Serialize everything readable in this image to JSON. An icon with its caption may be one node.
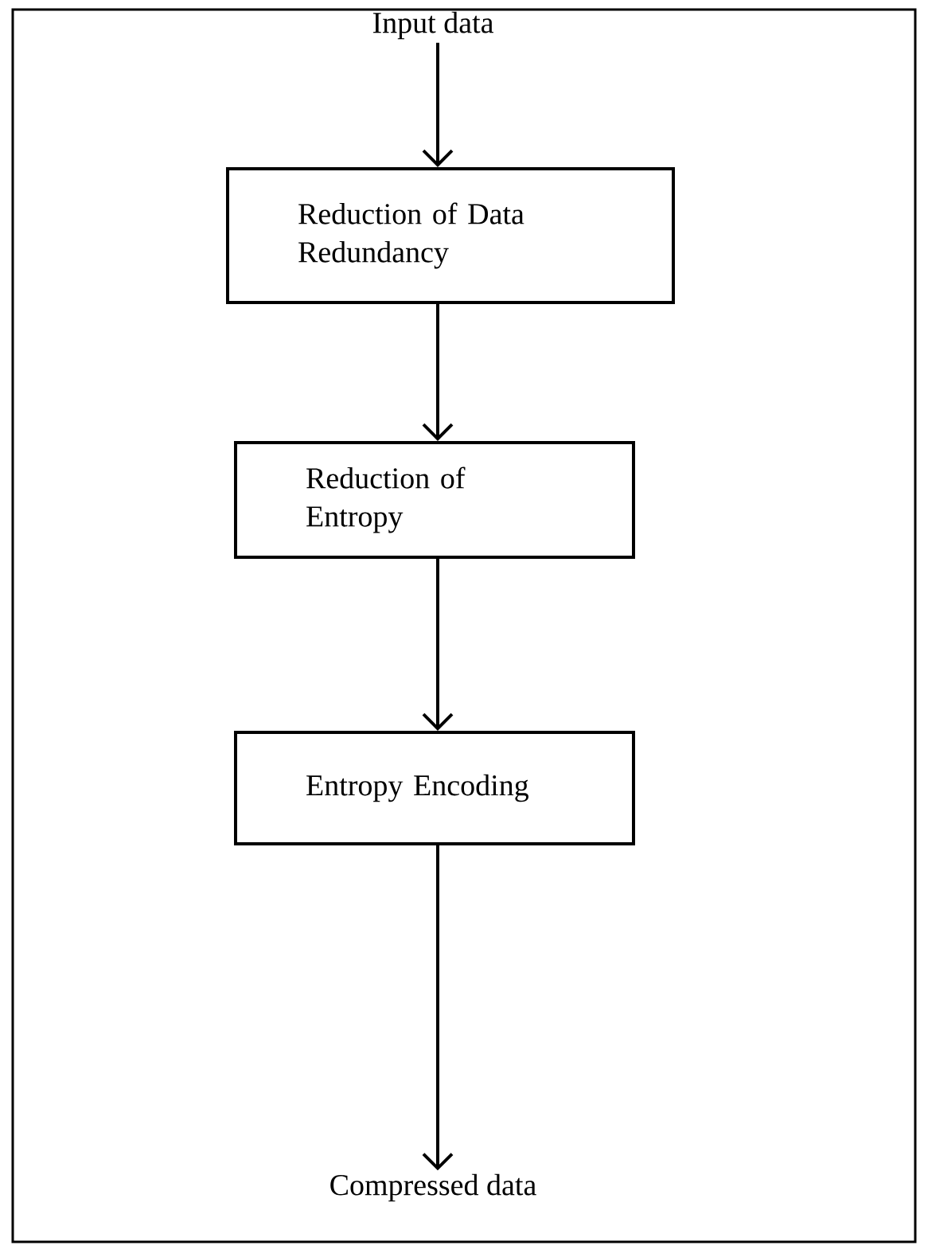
{
  "diagram": {
    "nodes": [
      {
        "text": [
          "Input data"
        ]
      },
      {
        "text": [
          "Reduction of Data Redundancy"
        ]
      },
      {
        "text": [
          "Reduction of Entropy"
        ]
      },
      {
        "text": [
          "Entropy Encoding"
        ]
      },
      {
        "text": [
          "Compressed data"
        ]
      }
    ],
    "edges": [
      {
        "from": 0,
        "to": 1,
        "arrow": "to"
      },
      {
        "from": 1,
        "to": 2,
        "arrow": "to"
      },
      {
        "from": 2,
        "to": 3,
        "arrow": "to"
      },
      {
        "from": 3,
        "to": 4,
        "arrow": "to"
      }
    ]
  }
}
